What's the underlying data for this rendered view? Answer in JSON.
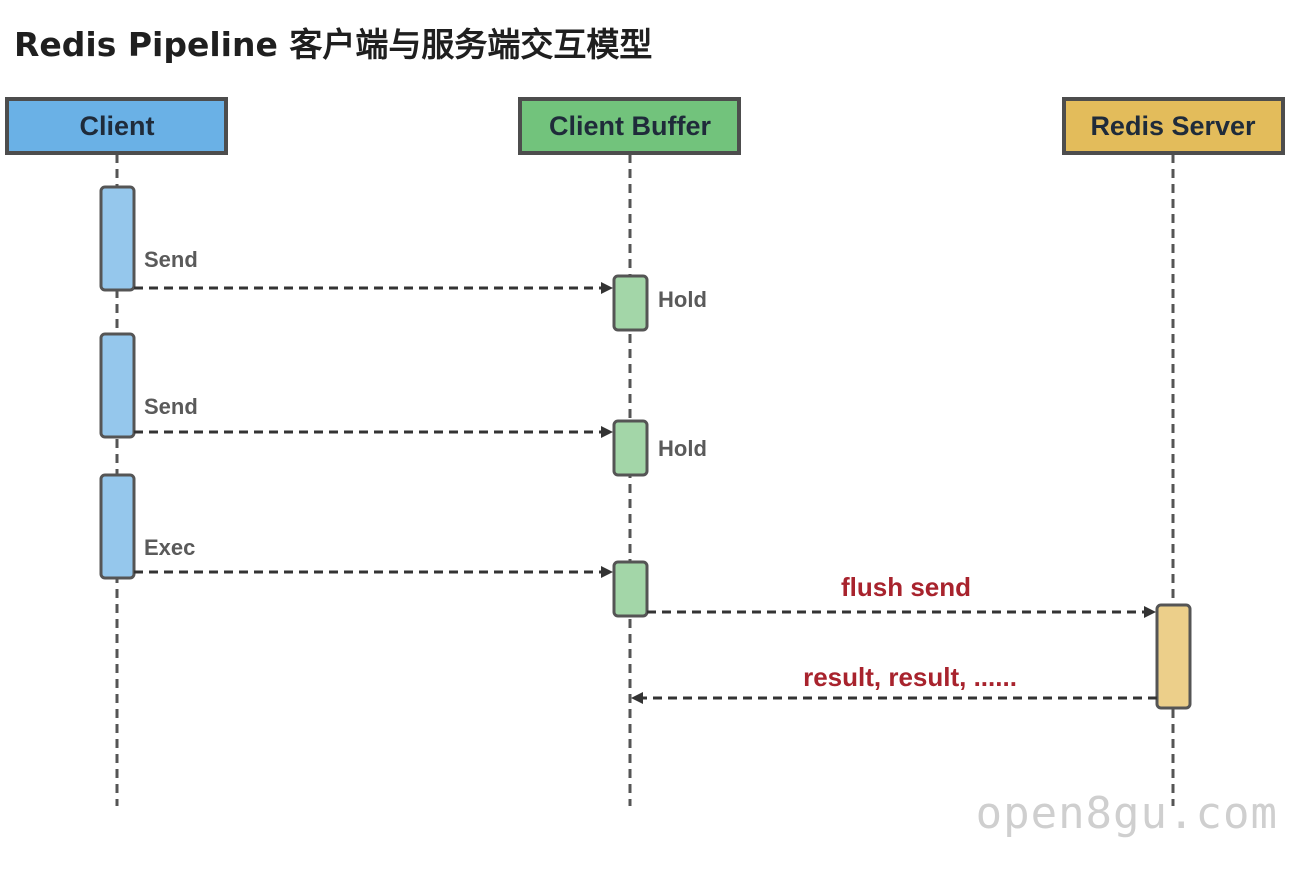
{
  "title": "Redis Pipeline 客户端与服务端交互模型",
  "watermark": "open8gu.com",
  "colors": {
    "client": "#6ab1e6",
    "client_activation": "#95c7ec",
    "buffer": "#72c37c",
    "buffer_activation": "#a3d6a8",
    "server": "#e3bc5b",
    "server_activation": "#eccf8a",
    "highlight_label": "#a8232d"
  },
  "participants": {
    "client": "Client",
    "buffer": "Client Buffer",
    "server": "Redis Server"
  },
  "messages": [
    {
      "from": "client",
      "to": "buffer",
      "label": "Send",
      "note": "Hold"
    },
    {
      "from": "client",
      "to": "buffer",
      "label": "Send",
      "note": "Hold"
    },
    {
      "from": "client",
      "to": "buffer",
      "label": "Exec"
    },
    {
      "from": "buffer",
      "to": "server",
      "label": "flush send"
    },
    {
      "from": "server",
      "to": "buffer",
      "label": "result, result, ......"
    }
  ]
}
